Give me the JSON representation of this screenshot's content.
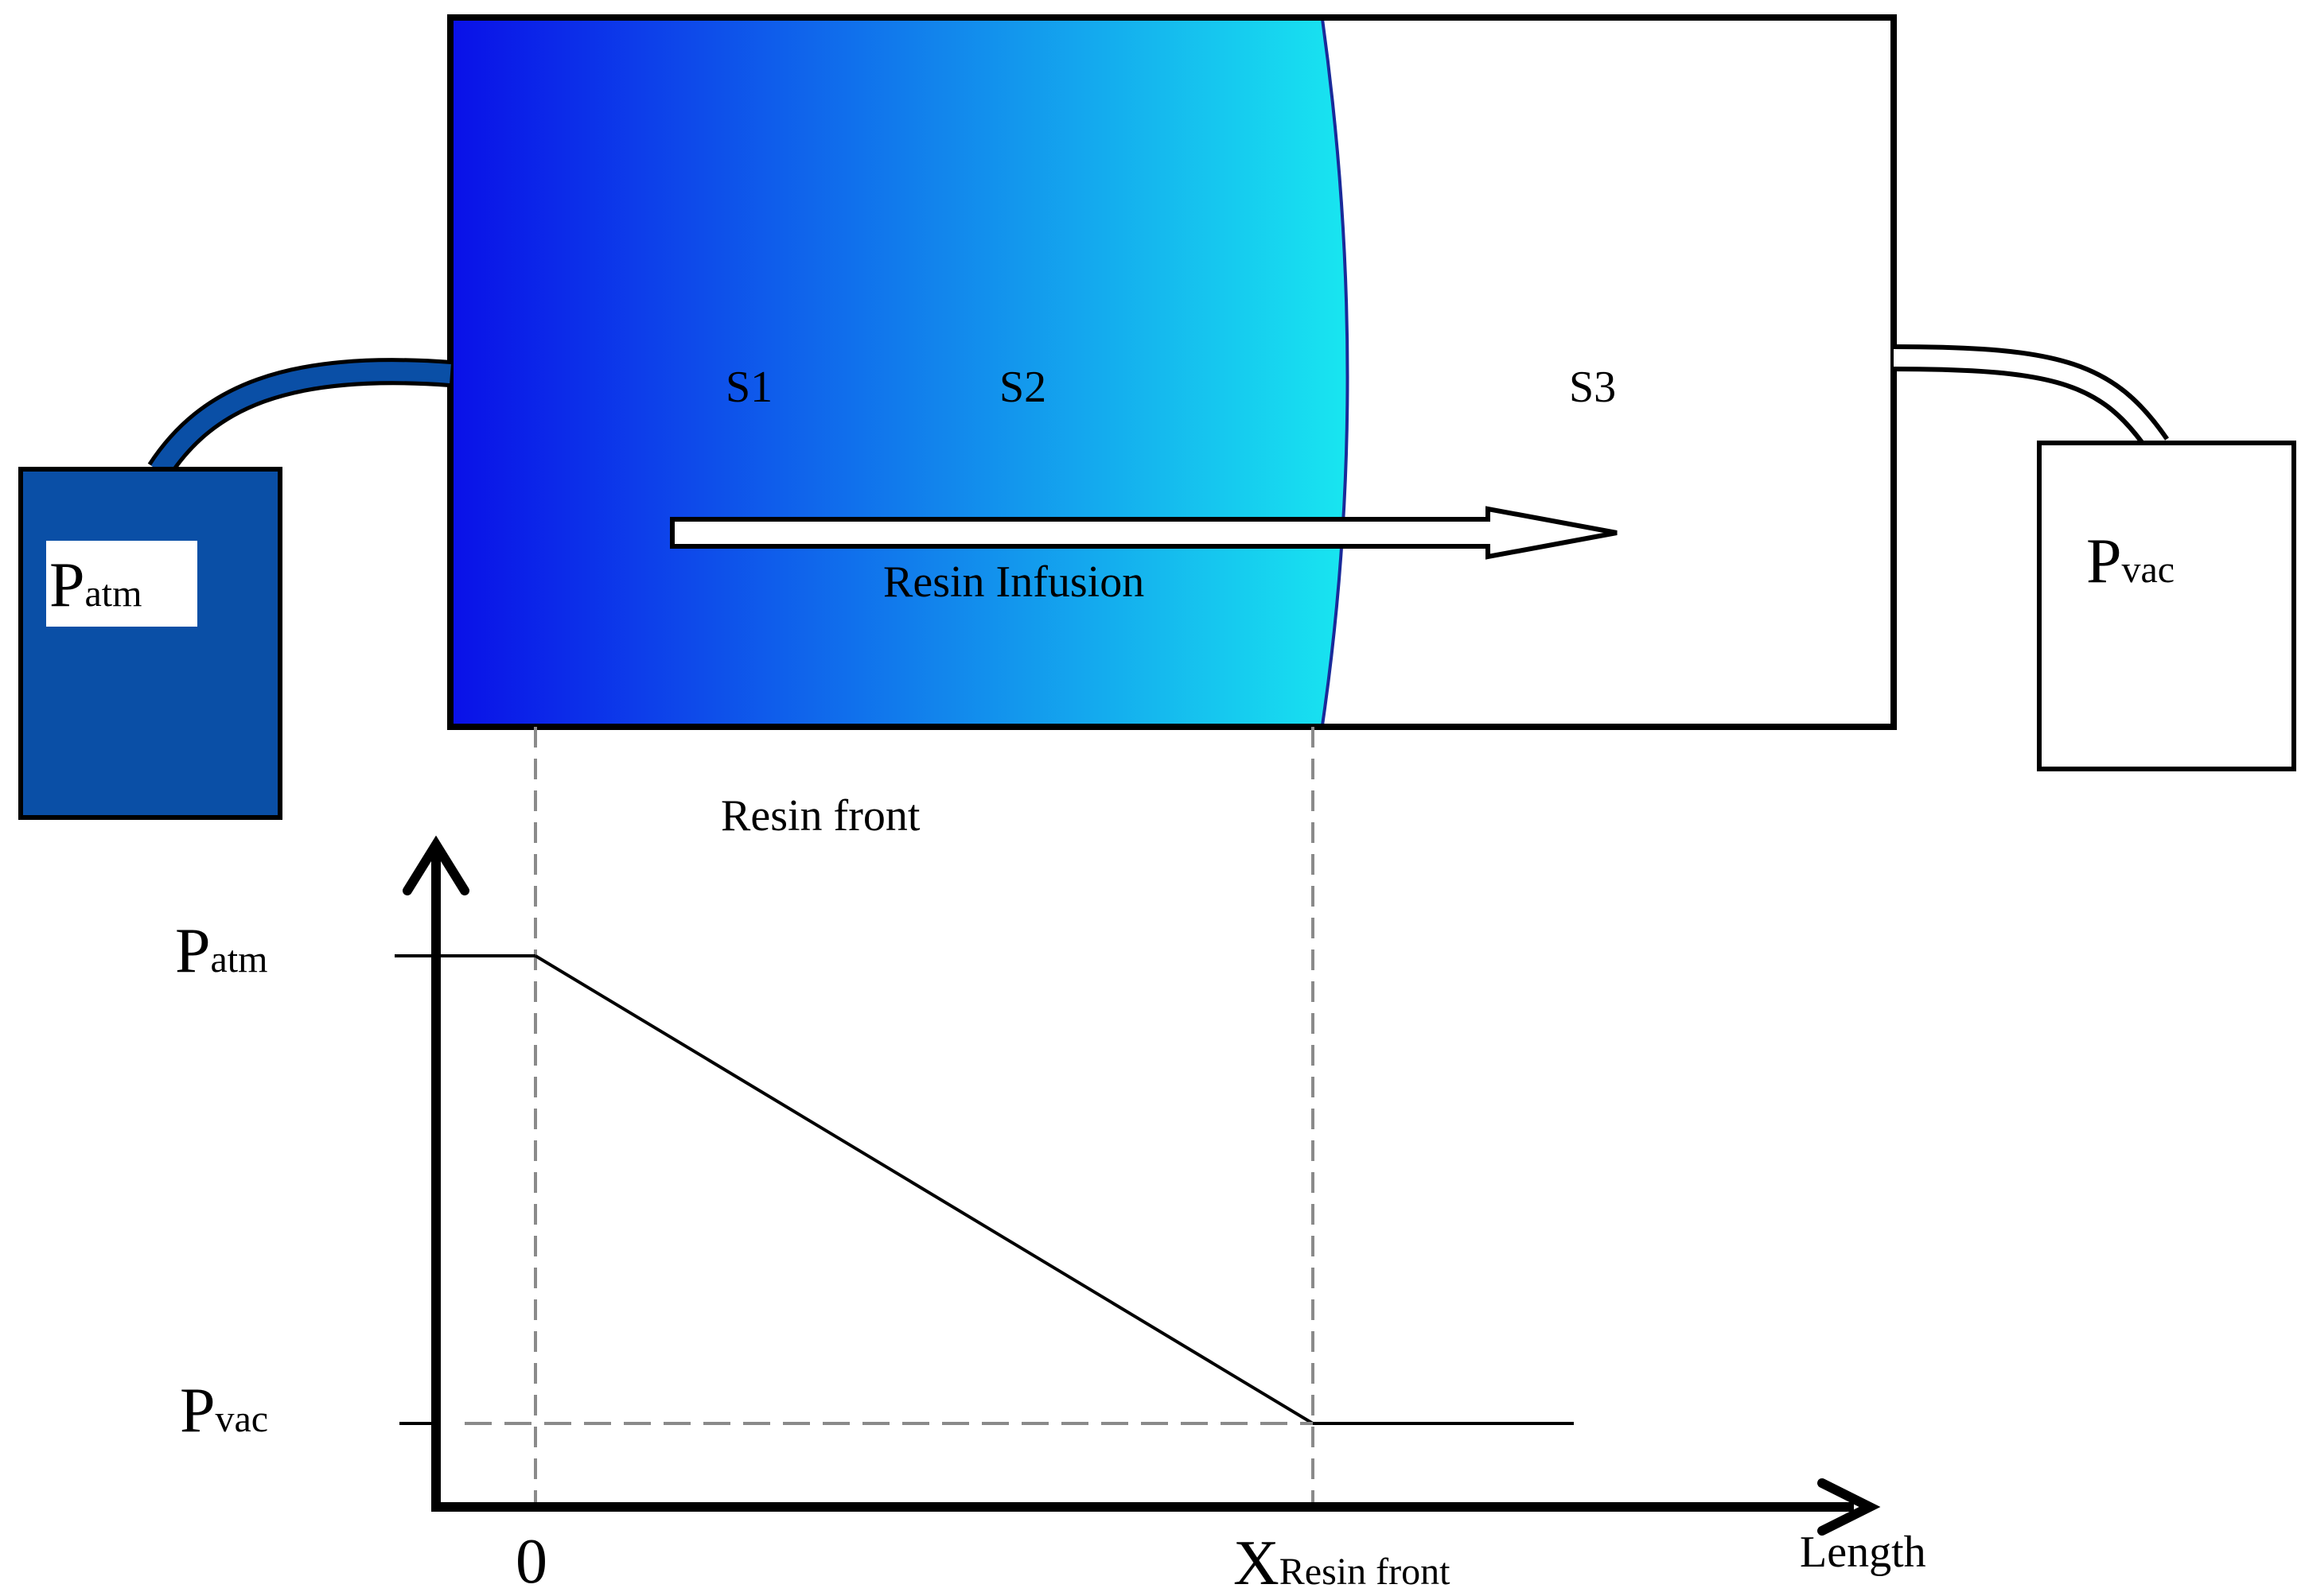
{
  "colors": {
    "tank_fill": "#0a4fa6",
    "gradient_start": "#0a10e8",
    "gradient_end": "#18e6f0",
    "arrow_outline": "#000000",
    "guide_dash": "#8a8a8a"
  },
  "tank_left": {
    "main": "P",
    "sub": "atm"
  },
  "tank_right": {
    "main": "P",
    "sub": "vac"
  },
  "zones": {
    "s1": "S1",
    "s2": "S2",
    "s3": "S3"
  },
  "flow_label": "Resin Infusion",
  "front_label": "Resin front",
  "graph": {
    "y_high": {
      "main": "P",
      "sub": "atm"
    },
    "y_low": {
      "main": "P",
      "sub": "vac"
    },
    "x_origin": "0",
    "x_front": {
      "main": "X",
      "sub": "Resin front"
    },
    "x_axis_label": "Length"
  }
}
